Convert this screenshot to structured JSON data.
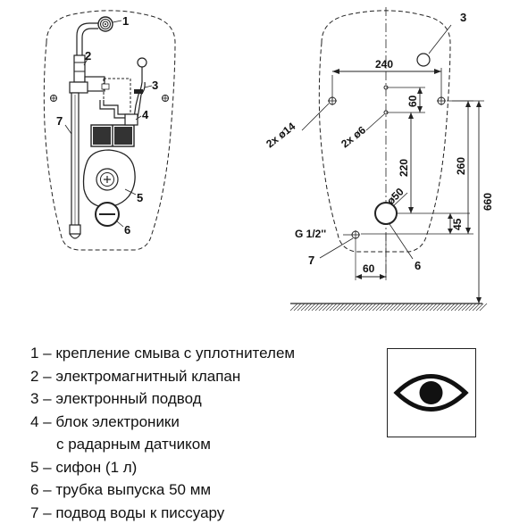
{
  "callouts": {
    "left_1": "1",
    "left_2": "2",
    "left_3": "3",
    "left_4": "4",
    "left_5": "5",
    "left_6": "6",
    "left_7": "7",
    "right_3": "3",
    "right_6": "6",
    "right_7": "7"
  },
  "dimensions": {
    "d240": "240",
    "d60_top": "60",
    "d220": "220",
    "d260": "260",
    "d45": "45",
    "d660": "660",
    "d60_bottom": "60",
    "hole_14": "2x ø14",
    "hole_6": "2x ø6",
    "pipe_50": "ø50",
    "g12": "G 1/2''"
  },
  "legend": [
    {
      "text": "1 – крепление смыва с уплотнителем"
    },
    {
      "text": "2 – электромагнитный клапан"
    },
    {
      "text": "3 – электронный подвод"
    },
    {
      "text": "4 – блок электроники"
    },
    {
      "text": "с радарным датчиком"
    },
    {
      "text": "5 – сифон (1 л)"
    },
    {
      "text": "6 – трубка выпуска 50 мм"
    },
    {
      "text": "7 – подвод воды к писсуару"
    }
  ],
  "icons": {
    "sensor": "eye-icon"
  }
}
